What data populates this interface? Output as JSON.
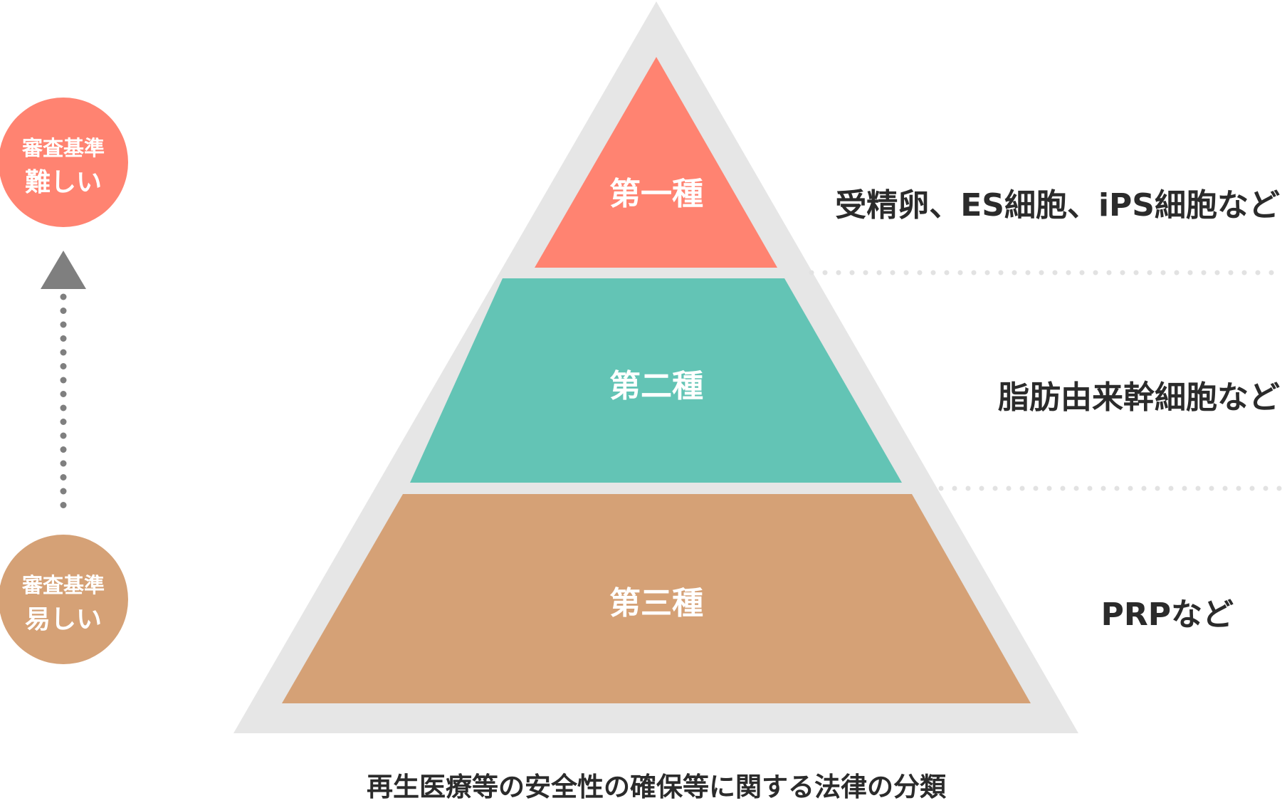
{
  "colors": {
    "outer_triangle": "#e6e6e6",
    "tier1": "#ff8371",
    "tier2": "#63c4b5",
    "tier3": "#d5a176",
    "arrow": "#7f7f7f",
    "dotted_line": "#e2e2e2",
    "badge_hard": "#ff8371",
    "badge_easy": "#d5a176"
  },
  "tiers": [
    {
      "label": "第一種",
      "example": "受精卵、ES細胞、iPS細胞など"
    },
    {
      "label": "第二種",
      "example": "脂肪由来幹細胞など"
    },
    {
      "label": "第三種",
      "example": "PRPなど"
    }
  ],
  "badges": {
    "hard": {
      "line1": "審査基準",
      "line2": "難しい"
    },
    "easy": {
      "line1": "審査基準",
      "line2": "易しい"
    }
  },
  "caption": "再生医療等の安全性の確保等に関する法律の分類"
}
